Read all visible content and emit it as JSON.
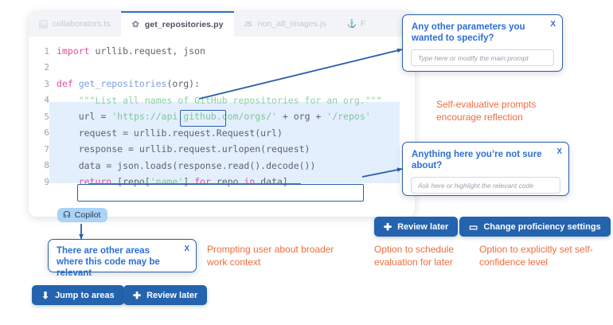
{
  "editor": {
    "tabs": [
      {
        "label": "collaborators.ts",
        "icon": "typescript-file-icon",
        "icon_text": "TS",
        "active": false
      },
      {
        "label": "get_repositories.py",
        "icon": "python-file-icon",
        "icon_text": "✿",
        "active": true
      },
      {
        "label": "non_alt_images.js",
        "icon": "javascript-file-icon",
        "icon_text": "JS",
        "active": false
      },
      {
        "label": "F",
        "icon": "generic-file-icon",
        "icon_text": "⚓",
        "active": false
      }
    ],
    "lines": [
      {
        "num": "1",
        "text": "import urllib.request, json"
      },
      {
        "num": "2",
        "text": ""
      },
      {
        "num": "3",
        "text": "def get_repositories(org):"
      },
      {
        "num": "4",
        "text": "    \"\"\"List all names of GitHub repositories for an org.\"\"\""
      },
      {
        "num": "5",
        "text": "    url = 'https://api.github.com/orgs/' + org + '/repos'"
      },
      {
        "num": "6",
        "text": "    request = urllib.request.Request(url)"
      },
      {
        "num": "7",
        "text": "    response = urllib.request.urlopen(request)"
      },
      {
        "num": "8",
        "text": "    data = json.loads(response.read().decode())"
      },
      {
        "num": "9",
        "text": "    return [repo['name'] for repo in data]"
      }
    ],
    "copilot_badge": "Copilot"
  },
  "popovers": {
    "parameters": {
      "title": "Any other parameters you wanted to specify?",
      "placeholder": "Type here or modify the main prompt",
      "close": "X"
    },
    "unsure": {
      "title": "Anything here you’re not sure about?",
      "placeholder": "Ask here or highlight the relevant code",
      "close": "X"
    },
    "other_areas": {
      "title": "There are other areas where this code may be relevant",
      "close": "X"
    }
  },
  "notes": {
    "self_evaluative": "Self-evaluative prompts encourage reflection",
    "prompting_user": "Prompting user about broader work context",
    "schedule_eval": "Option to schedule evaluation for later",
    "self_confidence": "Option to explicitly set self-confidence level"
  },
  "buttons": {
    "review_later_top": {
      "label": "Review later",
      "icon": "plus-icon",
      "glyph": "✚"
    },
    "change_proficiency": {
      "label": "Change proficiency settings",
      "icon": "note-icon",
      "glyph": "▭"
    },
    "jump_to_areas": {
      "label": "Jump to areas",
      "icon": "down-arrow-icon",
      "glyph": "⬇"
    },
    "review_later_bottom": {
      "label": "Review later",
      "icon": "plus-icon",
      "glyph": "✚"
    }
  },
  "colors": {
    "accent_blue": "#2463ae",
    "link_blue": "#2d6fd4",
    "note_orange": "#ef6c3e",
    "copilot_badge": "#abd2f7",
    "code_highlight": "#e3effc"
  }
}
